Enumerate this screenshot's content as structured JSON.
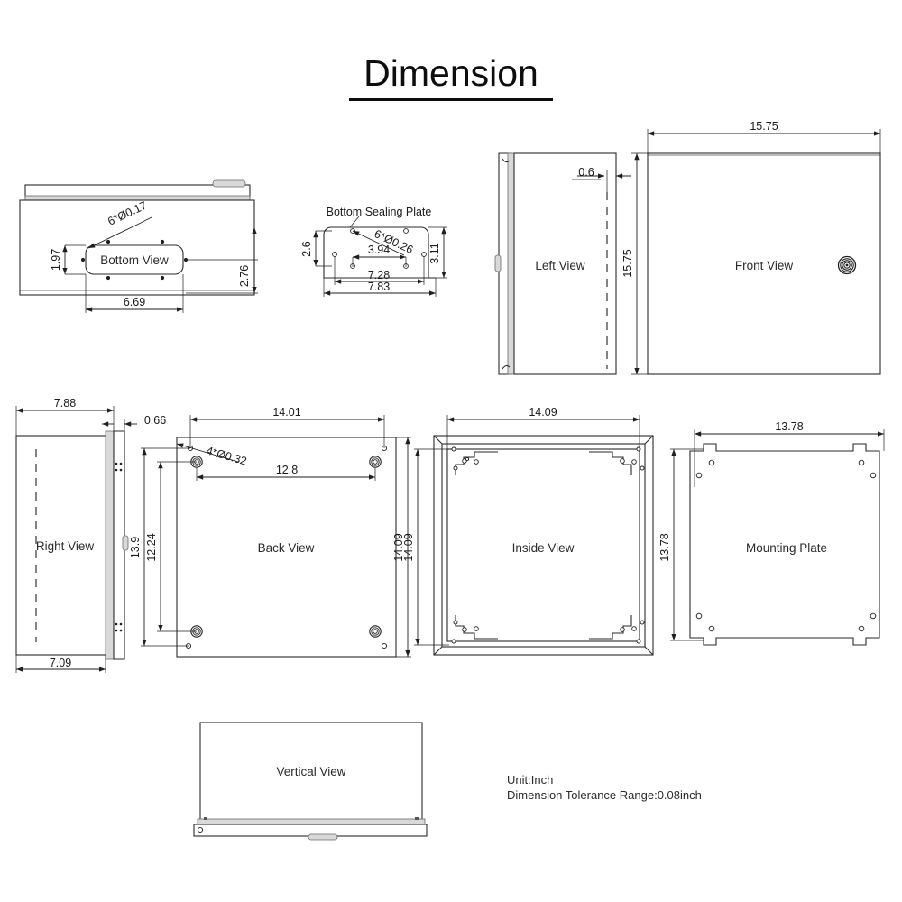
{
  "page": {
    "title": "Dimension",
    "units_note": "Unit:Inch",
    "tolerance_note": "Dimension Tolerance Range:0.08inch"
  },
  "views": {
    "bottom": {
      "label": "Bottom View",
      "callout": "6*Ø0.17",
      "dim_height": "1.97",
      "dim_width": "6.69",
      "dim_depth": "2.76"
    },
    "sealing_plate": {
      "label": "Bottom Sealing Plate",
      "callout": "6*Ø0.26",
      "dim_left": "2.6",
      "dim_right": "3.11",
      "dim_inner": "3.94",
      "dim_mid": "7.28",
      "dim_outer": "7.83"
    },
    "left": {
      "label": "Left View",
      "dim_thickness": "0.6"
    },
    "front": {
      "label": "Front View",
      "dim_width": "15.75",
      "dim_height": "15.75",
      "lock_icon": "lock-knob-icon"
    },
    "right": {
      "label": "Right View",
      "dim_width_top": "7.88",
      "dim_width_bottom": "7.09",
      "dim_offset": "0.66"
    },
    "back": {
      "label": "Back View",
      "callout": "4*Ø0.32",
      "dim_width": "14.01",
      "dim_inner_width": "12.8",
      "dim_height": "13.9",
      "dim_inner_height": "12.24",
      "dim_side_height": "14.09"
    },
    "inside": {
      "label": "Inside View",
      "dim_width": "14.09",
      "dim_height": "14.09"
    },
    "mounting_plate": {
      "label": "Mounting Plate",
      "dim_width": "13.78",
      "dim_height": "13.78"
    },
    "vertical": {
      "label": "Vertical View"
    }
  }
}
